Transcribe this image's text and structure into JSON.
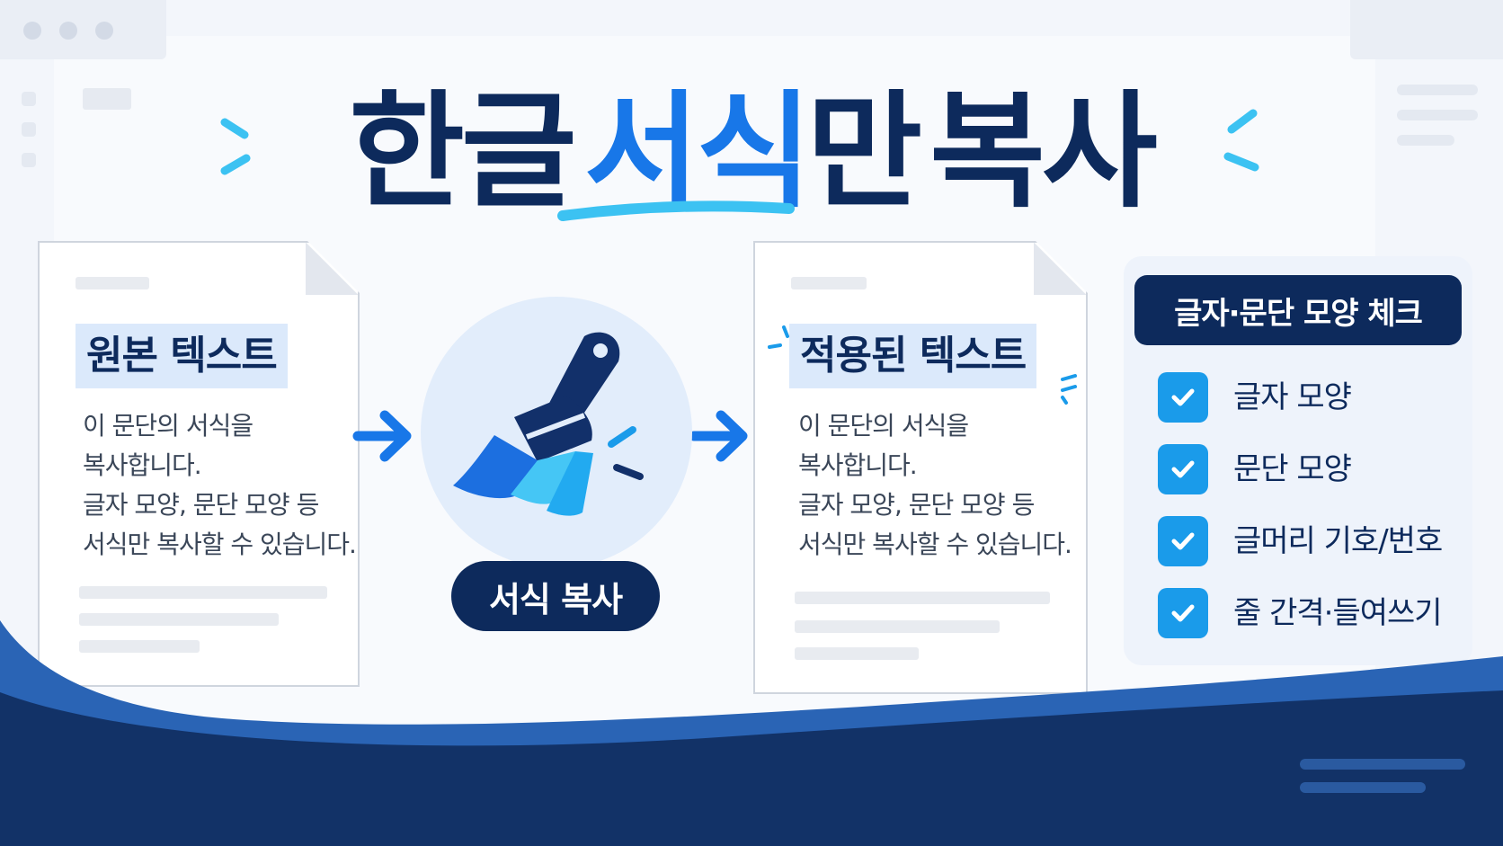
{
  "title": {
    "part1": "한글",
    "part2": "서식",
    "part3": "만",
    "part4": "복사"
  },
  "source_doc": {
    "heading": "원본 텍스트",
    "lines": [
      "이 문단의 서식을",
      "복사합니다.",
      "글자 모양, 문단 모양 등",
      "서식만 복사할 수 있습니다."
    ]
  },
  "center": {
    "icon": "paintbrush-icon",
    "button_label": "서식 복사"
  },
  "target_doc": {
    "heading": "적용된 텍스트",
    "lines": [
      "이 문단의 서식을",
      "복사합니다.",
      "글자 모양, 문단 모양 등",
      "서식만 복사할 수 있습니다."
    ]
  },
  "checklist": {
    "title": "글자·문단 모양 체크",
    "items": [
      "글자 모양",
      "문단 모양",
      "글머리 기호/번호",
      "줄 간격·들여쓰기"
    ]
  },
  "colors": {
    "navy": "#0d2a5c",
    "accent": "#1877e8",
    "check": "#1a9bea"
  }
}
